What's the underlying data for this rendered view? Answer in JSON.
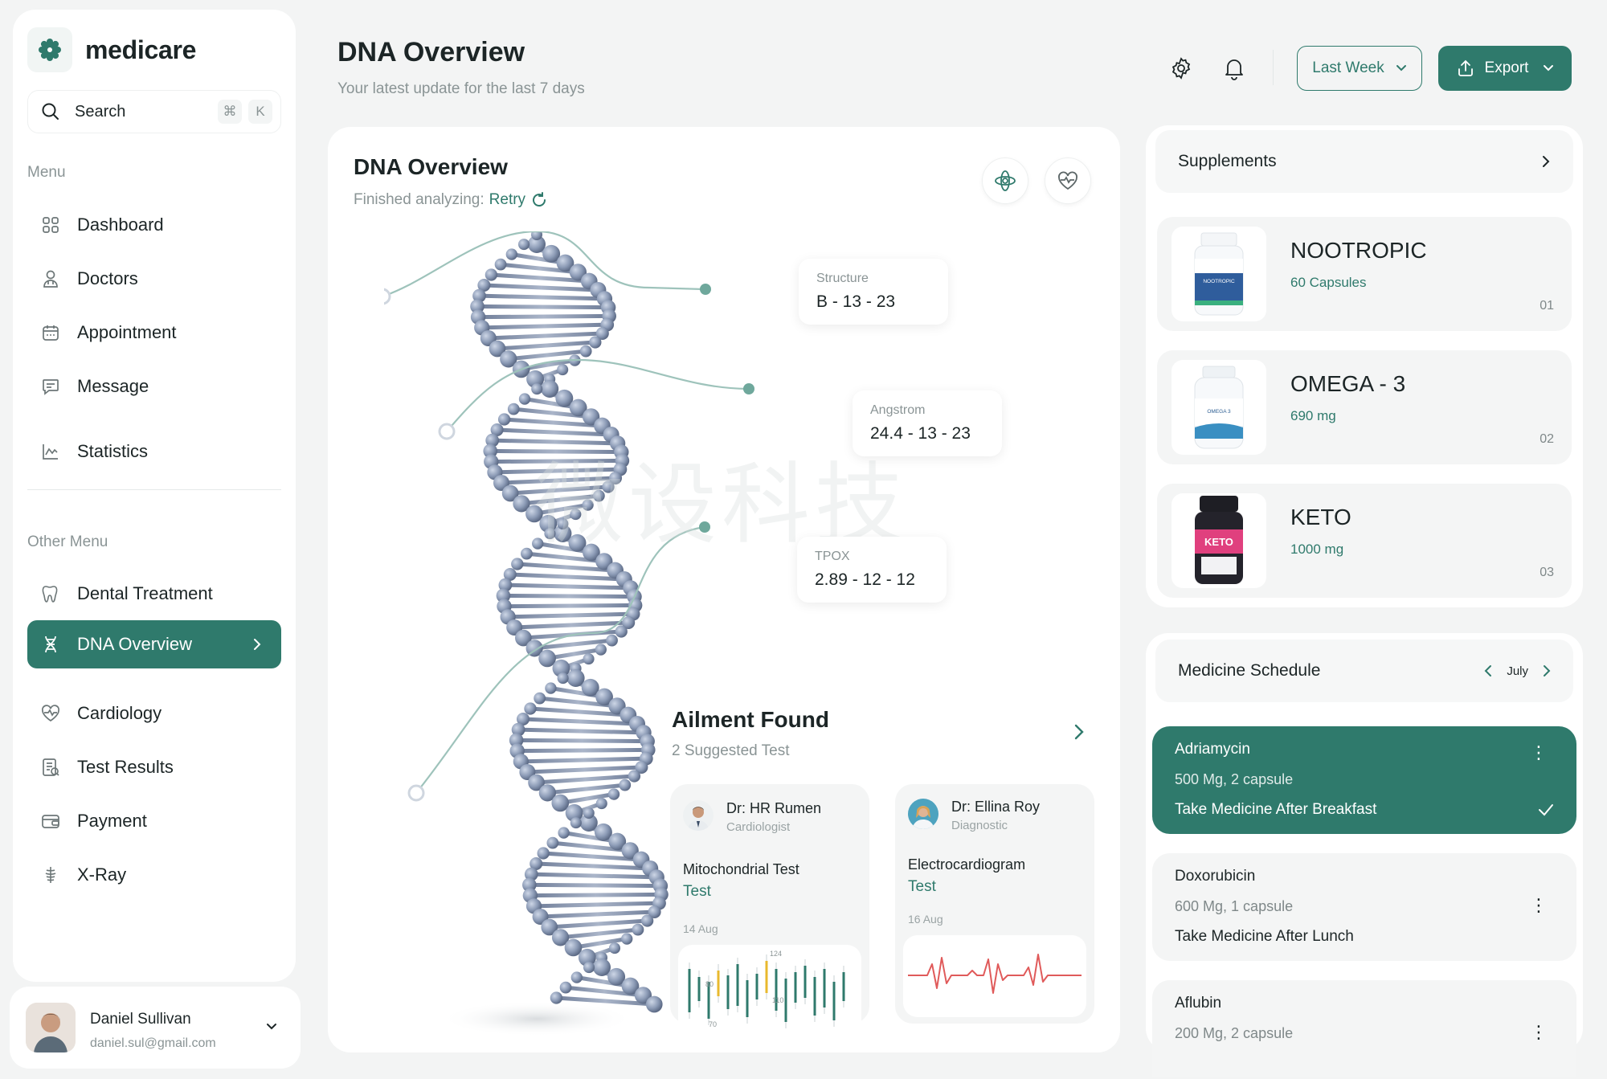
{
  "app": {
    "name": "medicare"
  },
  "search": {
    "label": "Search",
    "shortcut_mod": "⌘",
    "shortcut_key": "K"
  },
  "menu": {
    "caption": "Menu",
    "items": [
      {
        "label": "Dashboard",
        "icon": "grid-icon"
      },
      {
        "label": "Doctors",
        "icon": "doctor-icon"
      },
      {
        "label": "Appointment",
        "icon": "calendar-icon"
      },
      {
        "label": "Message",
        "icon": "message-icon"
      },
      {
        "label": "Statistics",
        "icon": "chart-icon"
      }
    ]
  },
  "other_menu": {
    "caption": "Other Menu",
    "items": [
      {
        "label": "Dental Treatment",
        "icon": "tooth-icon"
      },
      {
        "label": "DNA Overview",
        "icon": "dna-icon",
        "active": true
      },
      {
        "label": "Cardiology",
        "icon": "heart-icon"
      },
      {
        "label": "Test Results",
        "icon": "report-icon"
      },
      {
        "label": "Payment",
        "icon": "wallet-icon"
      },
      {
        "label": "X-Ray",
        "icon": "xray-icon"
      }
    ]
  },
  "user": {
    "name": "Daniel Sullivan",
    "email": "daniel.sul@gmail.com"
  },
  "header": {
    "title": "DNA Overview",
    "subtitle": "Your latest update for the last 7 days",
    "period_label": "Last Week",
    "export_label": "Export"
  },
  "dna": {
    "title": "DNA Overview",
    "status_prefix": "Finished analyzing:",
    "status_action": "Retry",
    "callouts": [
      {
        "label": "Structure",
        "value": "B - 13 - 23"
      },
      {
        "label": "Angstrom",
        "value": "24.4 - 13 - 23"
      },
      {
        "label": "TPOX",
        "value": "2.89 - 12 - 12"
      }
    ],
    "watermark": "微设科技"
  },
  "ailment": {
    "title": "Ailment Found",
    "subtitle": "2 Suggested Test",
    "tests": [
      {
        "doctor": "Dr: HR Rumen",
        "role": "Cardiologist",
        "test": "Mitochondrial Test",
        "link": "Test",
        "date": "14 Aug",
        "chart_labels": [
          "124",
          "80",
          "110",
          "70"
        ]
      },
      {
        "doctor": "Dr: Ellina Roy",
        "role": "Diagnostic",
        "test": "Electrocardiogram",
        "link": "Test",
        "date": "16 Aug"
      }
    ]
  },
  "supplements": {
    "title": "Supplements",
    "items": [
      {
        "name": "NOOTROPIC",
        "qty": "60 Capsules",
        "num": "01",
        "label_text": "NOOTROPIC"
      },
      {
        "name": "OMEGA - 3",
        "qty": "690 mg",
        "num": "02",
        "label_text": "OMEGA 3"
      },
      {
        "name": "KETO",
        "qty": "1000 mg",
        "num": "03",
        "label_text": "KETO"
      }
    ]
  },
  "schedule": {
    "title": "Medicine Schedule",
    "month": "July",
    "items": [
      {
        "name": "Adriamycin",
        "dose": "500 Mg, 2 capsule",
        "note": "Take Medicine After Breakfast",
        "active": true
      },
      {
        "name": "Doxorubicin",
        "dose": "600 Mg, 1 capsule",
        "note": "Take Medicine After Lunch"
      },
      {
        "name": "Aflubin",
        "dose": "200 Mg, 2 capsule"
      }
    ]
  },
  "colors": {
    "accent": "#2f7a6c",
    "ecg": "#e05a5a",
    "bar_teal": "#2f7a6c",
    "bar_gold": "#e8b92e"
  }
}
